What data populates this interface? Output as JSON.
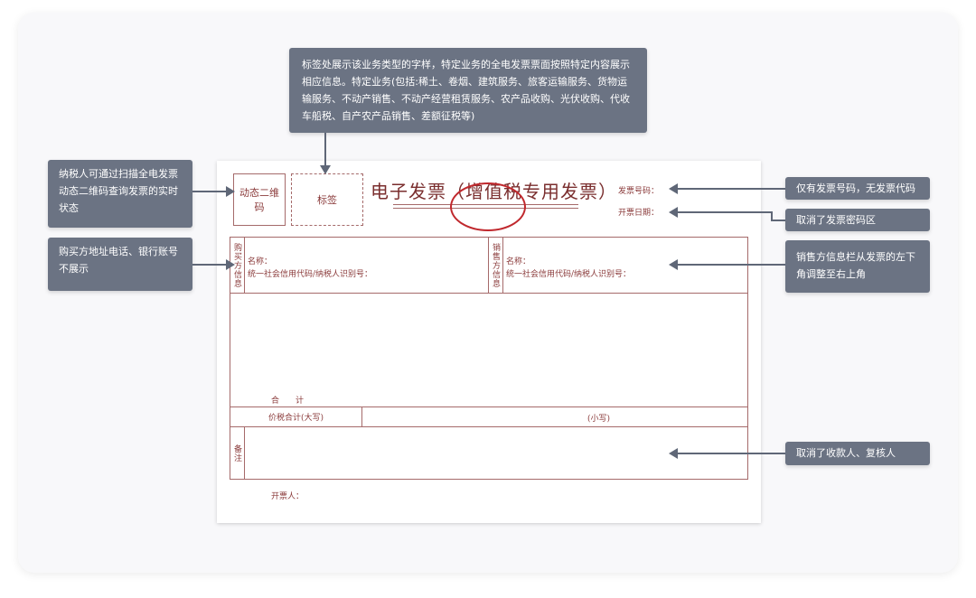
{
  "invoice": {
    "qr_label": "动态二维码",
    "tag_label": "标签",
    "title": "电子发票（增值税专用发票）",
    "invoice_number_label": "发票号码：",
    "issue_date_label": "开票日期：",
    "buyer_label": "购买方信息",
    "seller_label": "销售方信息",
    "name_label": "名称：",
    "tax_id_label": "统一社会信用代码/纳税人识别号：",
    "total_label": "合　　计",
    "total_in_words_label": "价税合计(大写)",
    "total_in_figures_label": "(小写)",
    "remarks_label": "备注",
    "issuer_label": "开票人："
  },
  "callouts": {
    "top": "标签处展示该业务类型的字样，特定业务的全电发票票面按照特定内容展示相应信息。特定业务(包括:稀土、卷烟、建筑服务、旅客运输服务、货物运输服务、不动产销售、不动产经营租赁服务、农产品收购、光伏收购、代收车船税、自产农产品销售、差额征税等)",
    "qr": "纳税人可通过扫描全电发票动态二维码查询发票的实时状态",
    "buyer": "购买方地址电话、银行账号不展示",
    "number": "仅有发票号码，无发票代码",
    "password": "取消了发票密码区",
    "seller": "销售方信息栏从发票的左下角调整至右上角",
    "remarks": "取消了收款人、复核人"
  },
  "colors": {
    "callout": "#6b7383",
    "invoice_ink": "#8a3a3a",
    "stamp": "#c0282d"
  }
}
